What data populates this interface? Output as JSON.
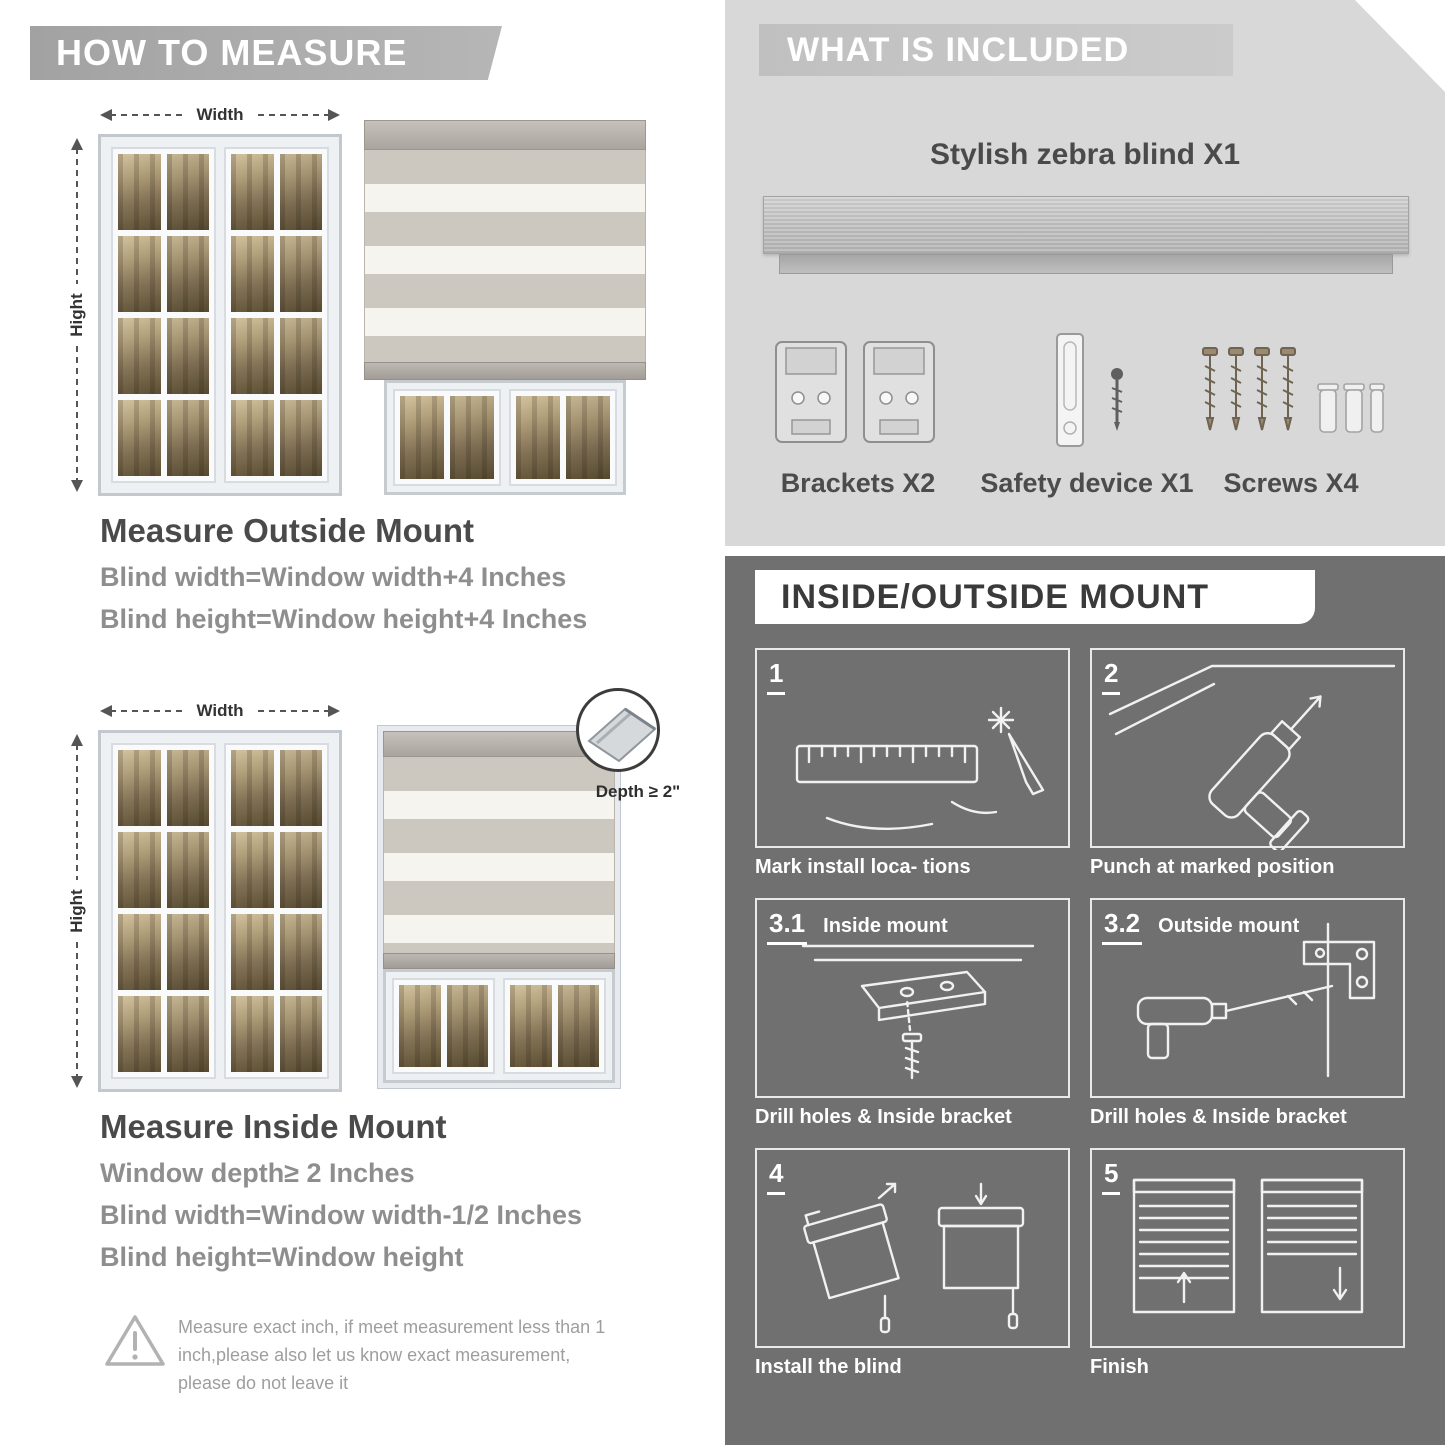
{
  "colors": {
    "banner_gray": "#a8a8a8",
    "panel_light": "#d8d8d8",
    "panel_dark": "#707070",
    "heading_text": "#4a4a4a",
    "body_text": "#8e8e8e",
    "white": "#ffffff"
  },
  "how_to_measure": {
    "banner": "HOW TO MEASURE",
    "outside_mount": {
      "width_label": "Width",
      "height_label": "Hight",
      "heading": "Measure Outside Mount",
      "lines": [
        "Blind width=Window width+4 Inches",
        "Blind height=Window height+4 Inches"
      ]
    },
    "inside_mount": {
      "width_label": "Width",
      "height_label": "Hight",
      "depth_callout": "Depth ≥ 2\"",
      "heading": "Measure Inside Mount",
      "lines": [
        "Window depth≥ 2 Inches",
        "Blind width=Window width-1/2 Inches",
        "Blind height=Window height"
      ]
    },
    "warning_note": "Measure exact inch, if meet measurement less than 1 inch,please also let us know exact measurement, please do not leave it"
  },
  "what_is_included": {
    "banner": "WHAT IS INCLUDED",
    "product_title": "Stylish zebra blind X1",
    "items": [
      {
        "icon": "brackets-icon",
        "label": "Brackets X2"
      },
      {
        "icon": "safety-device-icon",
        "label": "Safety device X1"
      },
      {
        "icon": "screws-icon",
        "label": "Screws X4"
      }
    ]
  },
  "mount_guide": {
    "banner": "INSIDE/OUTSIDE MOUNT",
    "steps": [
      {
        "num": "1",
        "title": "",
        "caption": "Mark install loca- tions"
      },
      {
        "num": "2",
        "title": "",
        "caption": "Punch at  marked position"
      },
      {
        "num": "3.1",
        "title": "Inside mount",
        "caption": "Drill holes &  Inside bracket"
      },
      {
        "num": "3.2",
        "title": "Outside mount",
        "caption": "Drill holes &  Inside bracket"
      },
      {
        "num": "4",
        "title": "",
        "caption": "Install the blind"
      },
      {
        "num": "5",
        "title": "",
        "caption": "Finish"
      }
    ]
  }
}
